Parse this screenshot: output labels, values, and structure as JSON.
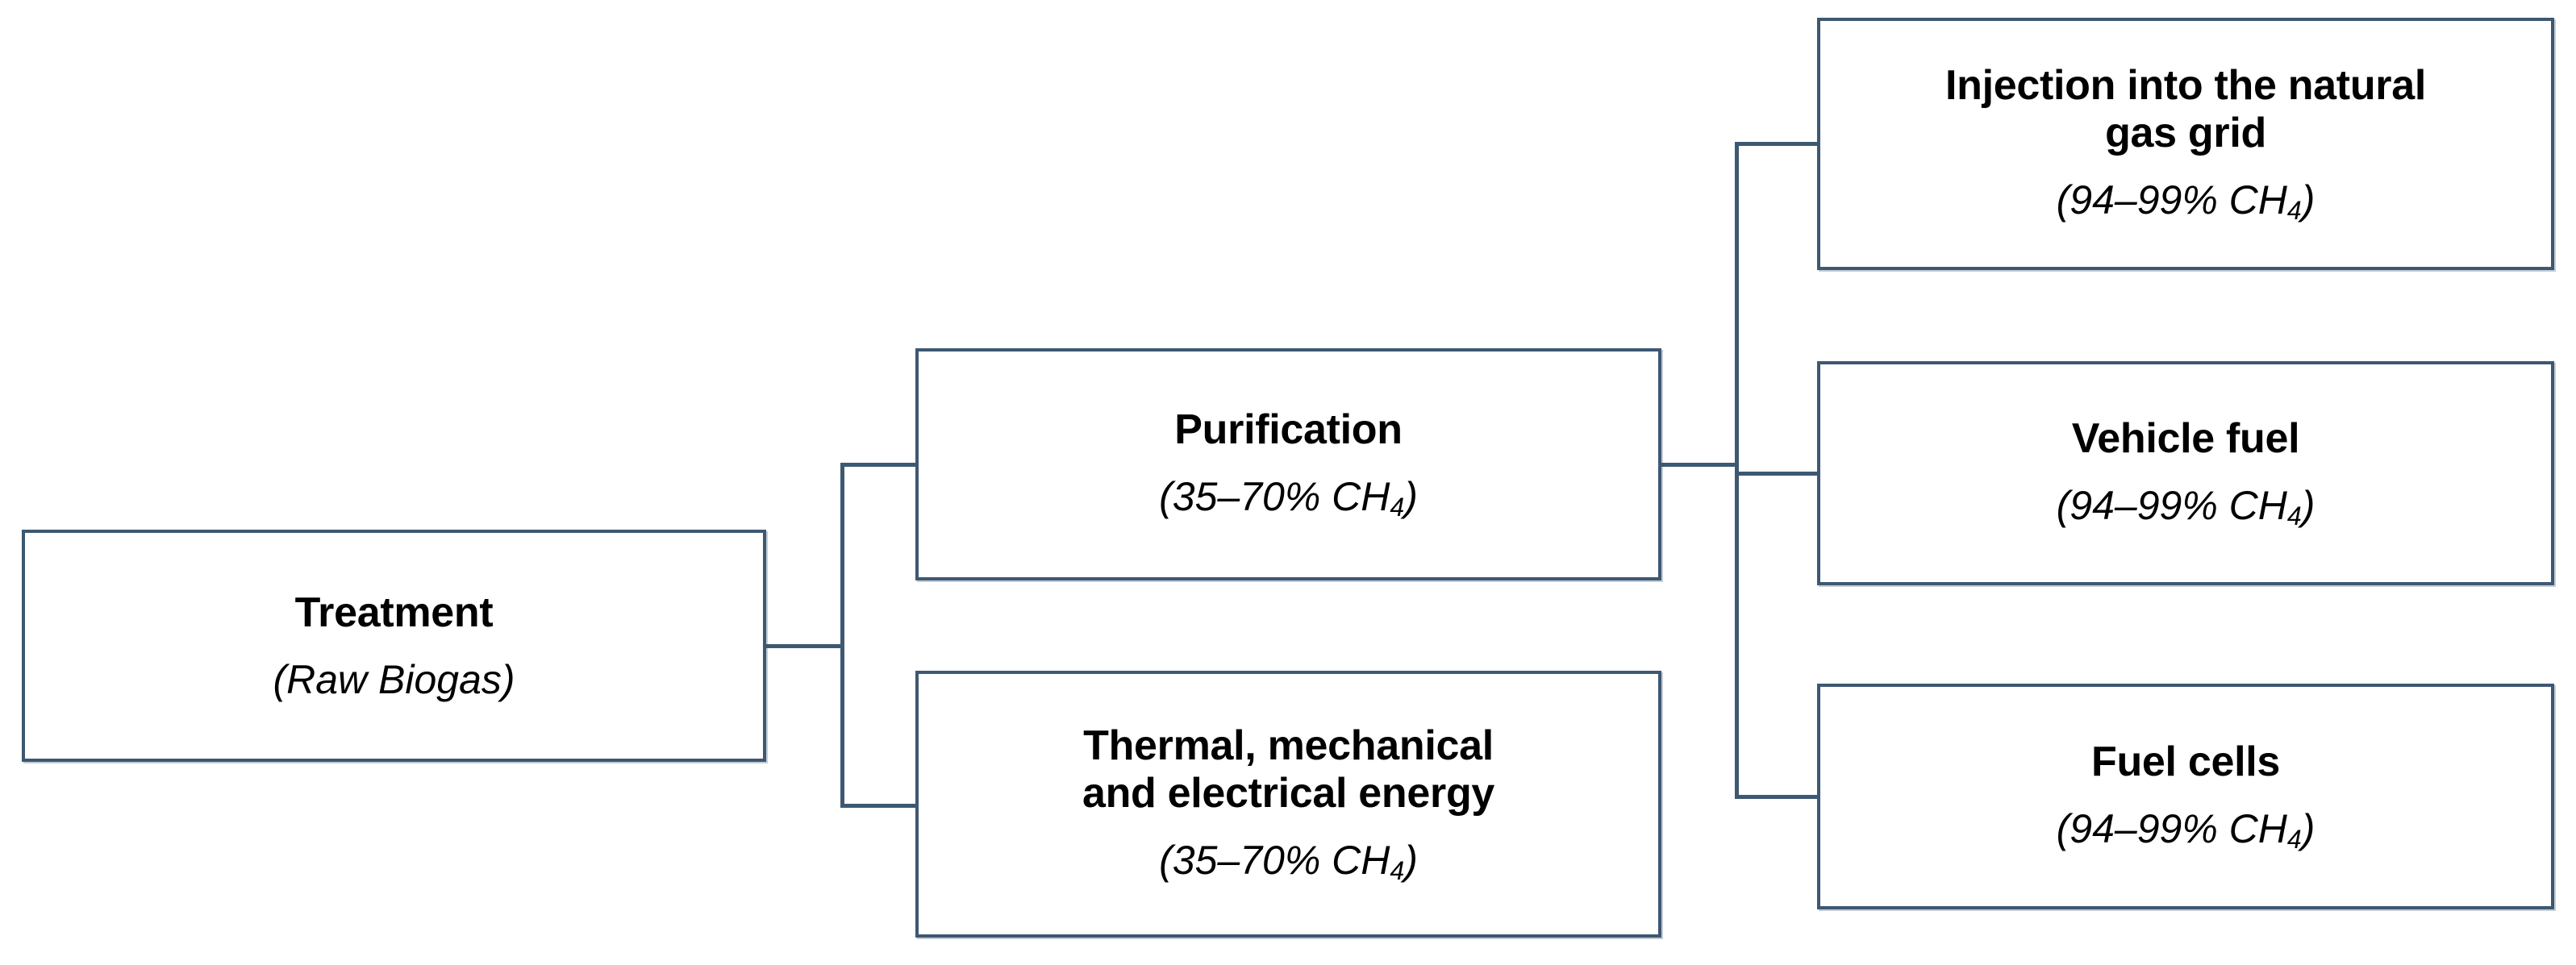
{
  "diagram": {
    "title": "Biogas treatment and utilisation pathways flow diagram",
    "border_color": "#3d5872",
    "background_color": "#ffffff",
    "text_color": "#000000",
    "nodes": [
      {
        "id": "treatment",
        "title": "Treatment",
        "sub_prefix": "(Raw Biogas)",
        "sub_sub": "",
        "sub_suffix": ""
      },
      {
        "id": "purification",
        "title": "Purification",
        "sub_prefix": "(35–70% CH",
        "sub_sub": "4",
        "sub_suffix": ")"
      },
      {
        "id": "thermal-mechanical-electrical-energy",
        "title": "Thermal, mechanical\nand electrical energy",
        "sub_prefix": "(35–70% CH",
        "sub_sub": "4",
        "sub_suffix": ")"
      },
      {
        "id": "injection-into-the-natural-gas-grid",
        "title": "Injection into the natural\ngas grid",
        "sub_prefix": "(94–99% CH",
        "sub_sub": "4",
        "sub_suffix": ")"
      },
      {
        "id": "vehicle-fuel",
        "title": "Vehicle fuel",
        "sub_prefix": "(94–99% CH",
        "sub_sub": "4",
        "sub_suffix": ")"
      },
      {
        "id": "fuel-cells",
        "title": "Fuel cells",
        "sub_prefix": "(94–99% CH",
        "sub_sub": "4",
        "sub_suffix": ")"
      }
    ],
    "flow": {
      "stage_1_to_2": [
        "treatment -> purification",
        "treatment -> thermal-mechanical-electrical-energy"
      ],
      "stage_2_to_3": [
        "purification -> injection-into-the-natural-gas-grid",
        "purification -> vehicle-fuel",
        "purification -> fuel-cells"
      ]
    }
  }
}
